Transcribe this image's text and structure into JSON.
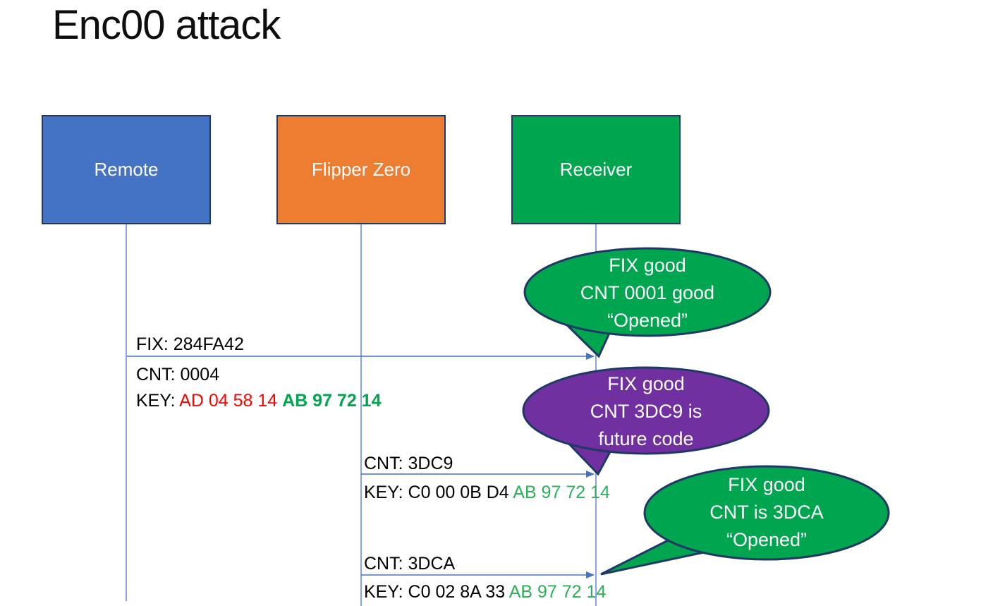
{
  "title": "Enc00 attack",
  "actors": [
    {
      "label": "Remote",
      "color": "#4472C4"
    },
    {
      "label": "Flipper Zero",
      "color": "#ED7D31"
    },
    {
      "label": "Receiver",
      "color": "#00A64F"
    }
  ],
  "messages": [
    {
      "from": "Remote",
      "to": "Receiver",
      "above": "FIX: 284FA42",
      "cnt": "CNT: 0004",
      "key_label": "KEY: ",
      "key_red": "AD 04 58 14 ",
      "key_green": "AB 97 72 14"
    },
    {
      "from": "Flipper Zero",
      "to": "Receiver",
      "above": "CNT: 3DC9",
      "key_label": "KEY: ",
      "key_black": "C0 00 0B D4 ",
      "key_green": "AB 97 72 14"
    },
    {
      "from": "Flipper Zero",
      "to": "Receiver",
      "above": "CNT: 3DCA",
      "key_label": "KEY: ",
      "key_black": "C0 02 8A 33 ",
      "key_green": "AB 97 72 14"
    }
  ],
  "callouts": [
    {
      "fill": "#00A64F",
      "lines": [
        "FIX good",
        "CNT 0001 good",
        "“Opened”"
      ]
    },
    {
      "fill": "#7030A0",
      "lines": [
        "FIX good",
        "CNT 3DC9 is",
        "future code"
      ]
    },
    {
      "fill": "#00A64F",
      "lines": [
        "FIX good",
        "CNT is 3DCA",
        "“Opened”"
      ]
    }
  ],
  "colors": {
    "actor_border": "#1F3864",
    "callout_border": "#1F3864",
    "lifeline": "#6189CF",
    "arrow": "#4472C4",
    "key_red": "#FF0000",
    "key_green_bold": "#00A64F",
    "key_green": "#2DAF5A",
    "title_text": "#0e0e0e",
    "background": "#ffffff"
  }
}
